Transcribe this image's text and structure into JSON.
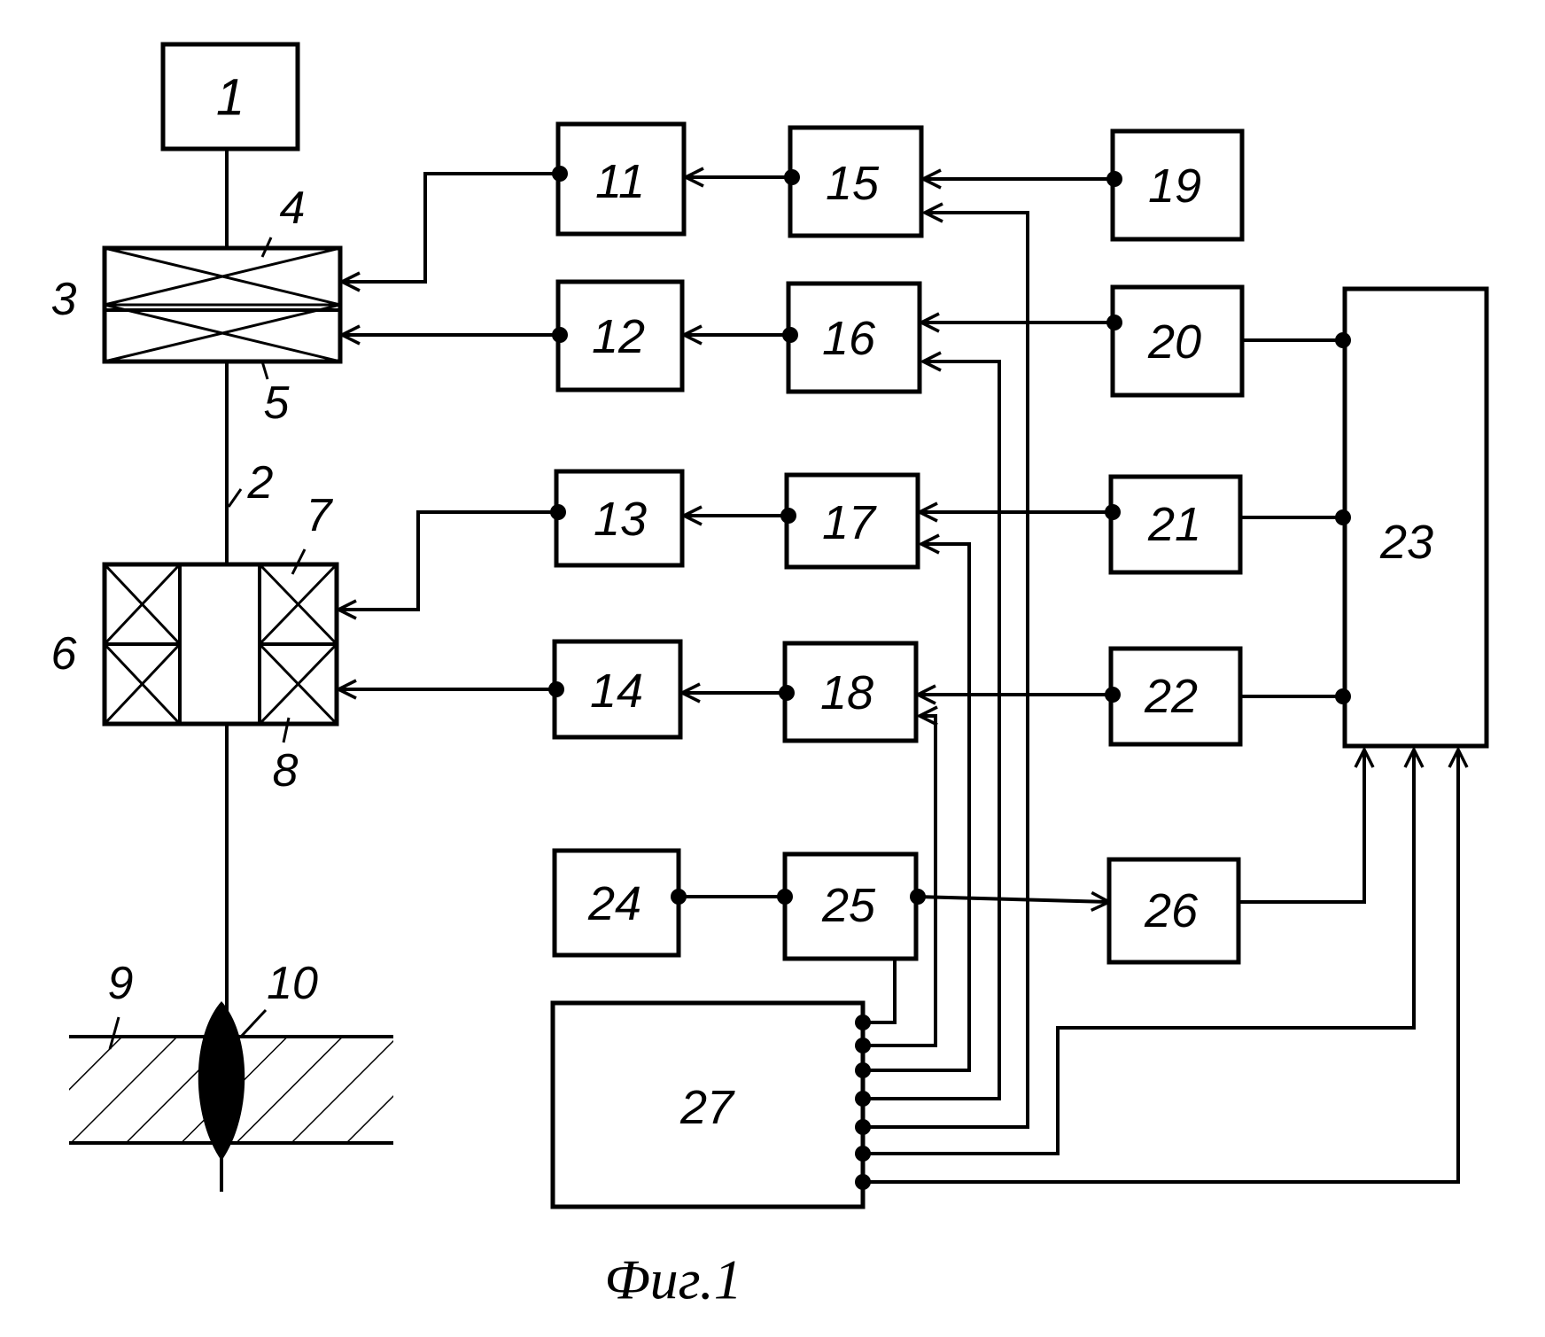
{
  "blocks": {
    "b1": "1",
    "b11": "11",
    "b12": "12",
    "b13": "13",
    "b14": "14",
    "b15": "15",
    "b16": "16",
    "b17": "17",
    "b18": "18",
    "b19": "19",
    "b20": "20",
    "b21": "21",
    "b22": "22",
    "b23": "23",
    "b24": "24",
    "b25": "25",
    "b26": "26",
    "b27": "27"
  },
  "labels": {
    "l2": "2",
    "l3": "3",
    "l4": "4",
    "l5": "5",
    "l6": "6",
    "l7": "7",
    "l8": "8",
    "l9": "9",
    "l10": "10"
  },
  "caption": "Фиг.1"
}
